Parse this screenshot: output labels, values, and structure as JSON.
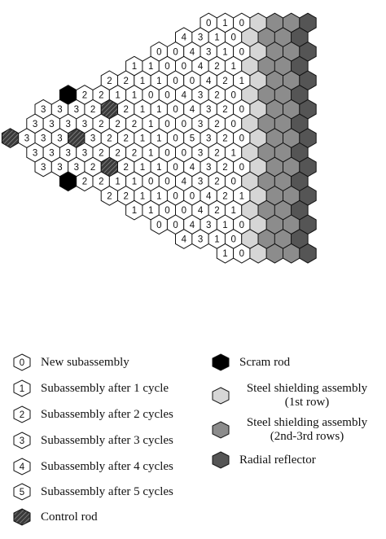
{
  "figure": {
    "colors": {
      "fuel": "#ffffff",
      "control": "#3a3a3a",
      "scram": "#000000",
      "shield1": "#d6d6d6",
      "shield23": "#8c8c8c",
      "reflector": "#555555",
      "outline": "#111111"
    },
    "core_rows": [
      {
        "cells": [
          "0",
          "1",
          "0",
          "S1",
          "S2",
          "S2",
          "R"
        ]
      },
      {
        "cells": [
          "4",
          "3",
          "1",
          "0",
          "S1",
          "S2",
          "S2",
          "R"
        ]
      },
      {
        "cells": [
          "0",
          "0",
          "4",
          "3",
          "1",
          "0",
          "S1",
          "S2",
          "S2",
          "R"
        ]
      },
      {
        "cells": [
          "1",
          "1",
          "0",
          "0",
          "4",
          "2",
          "1",
          "S1",
          "S2",
          "S2",
          "R"
        ]
      },
      {
        "cells": [
          "2",
          "2",
          "1",
          "1",
          "0",
          "0",
          "4",
          "2",
          "1",
          "S1",
          "S2",
          "S2",
          "R"
        ]
      },
      {
        "cells": [
          "SCRAM",
          "2",
          "2",
          "1",
          "1",
          "0",
          "0",
          "4",
          "3",
          "2",
          "0",
          "S1",
          "S2",
          "S2",
          "R"
        ]
      },
      {
        "cells": [
          "3",
          "3",
          "3",
          "2",
          "CTRL",
          "2",
          "1",
          "1",
          "0",
          "4",
          "3",
          "2",
          "0",
          "S1",
          "S2",
          "S2",
          "R"
        ]
      },
      {
        "cells": [
          "3",
          "3",
          "3",
          "3",
          "2",
          "2",
          "2",
          "1",
          "0",
          "0",
          "3",
          "2",
          "0",
          "S1",
          "S2",
          "S2",
          "R"
        ]
      },
      {
        "cells": [
          "CTRL",
          "3",
          "3",
          "3",
          "CTRL",
          "3",
          "2",
          "2",
          "1",
          "1",
          "0",
          "5",
          "3",
          "2",
          "0",
          "S1",
          "S2",
          "S2",
          "R"
        ]
      },
      {
        "cells": [
          "3",
          "3",
          "3",
          "3",
          "2",
          "2",
          "2",
          "1",
          "0",
          "0",
          "3",
          "2",
          "1",
          "S1",
          "S2",
          "S2",
          "R"
        ]
      },
      {
        "cells": [
          "3",
          "3",
          "3",
          "2",
          "CTRL",
          "2",
          "1",
          "1",
          "0",
          "4",
          "3",
          "2",
          "0",
          "S1",
          "S2",
          "S2",
          "R"
        ]
      },
      {
        "cells": [
          "SCRAM",
          "2",
          "2",
          "1",
          "1",
          "0",
          "0",
          "4",
          "3",
          "2",
          "0",
          "S1",
          "S2",
          "S2",
          "R"
        ]
      },
      {
        "cells": [
          "2",
          "2",
          "1",
          "1",
          "0",
          "0",
          "4",
          "2",
          "1",
          "S1",
          "S2",
          "S2",
          "R"
        ]
      },
      {
        "cells": [
          "1",
          "1",
          "0",
          "0",
          "4",
          "2",
          "1",
          "S1",
          "S2",
          "S2",
          "R"
        ]
      },
      {
        "cells": [
          "0",
          "0",
          "4",
          "3",
          "1",
          "0",
          "S1",
          "S2",
          "S2",
          "R"
        ]
      },
      {
        "cells": [
          "4",
          "3",
          "1",
          "0",
          "S1",
          "S2",
          "S2",
          "R"
        ]
      },
      {
        "cells": [
          "1",
          "0",
          "S1",
          "S2",
          "S2",
          "R"
        ]
      }
    ]
  },
  "legend": {
    "left": [
      {
        "symbol": "0",
        "kind": "fuel",
        "label": "New subassembly"
      },
      {
        "symbol": "1",
        "kind": "fuel",
        "label": "Subassembly after 1 cycle"
      },
      {
        "symbol": "2",
        "kind": "fuel",
        "label": "Subassembly after 2 cycles"
      },
      {
        "symbol": "3",
        "kind": "fuel",
        "label": "Subassembly after 3 cycles"
      },
      {
        "symbol": "4",
        "kind": "fuel",
        "label": "Subassembly after 4 cycles"
      },
      {
        "symbol": "5",
        "kind": "fuel",
        "label": "Subassembly after 5 cycles"
      },
      {
        "symbol": "",
        "kind": "control",
        "label": "Control rod"
      }
    ],
    "right": [
      {
        "kind": "scram",
        "label": "Scram rod"
      },
      {
        "kind": "shield1",
        "label": "Steel shielding assembly (1st row)"
      },
      {
        "kind": "shield23",
        "label": "Steel shielding assembly (2nd-3rd rows)"
      },
      {
        "kind": "reflector",
        "label": "Radial reflector"
      }
    ]
  }
}
